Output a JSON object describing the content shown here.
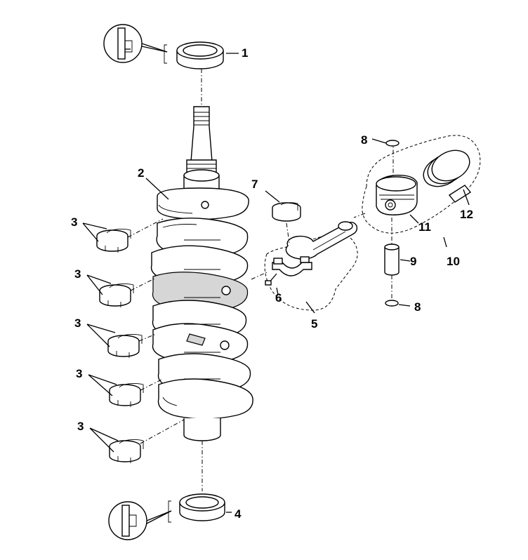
{
  "diagram": {
    "callouts": {
      "c1": "1",
      "c2": "2",
      "c3a": "3",
      "c3b": "3",
      "c3c": "3",
      "c3d": "3",
      "c3e": "3",
      "c4": "4",
      "c5": "5",
      "c6": "6",
      "c7": "7",
      "c8a": "8",
      "c8b": "8",
      "c9": "9",
      "c10": "10",
      "c11": "11",
      "c12": "12"
    },
    "icons": {
      "seal_top": "seal-orientation-icon",
      "seal_bottom": "seal-orientation-icon"
    }
  }
}
